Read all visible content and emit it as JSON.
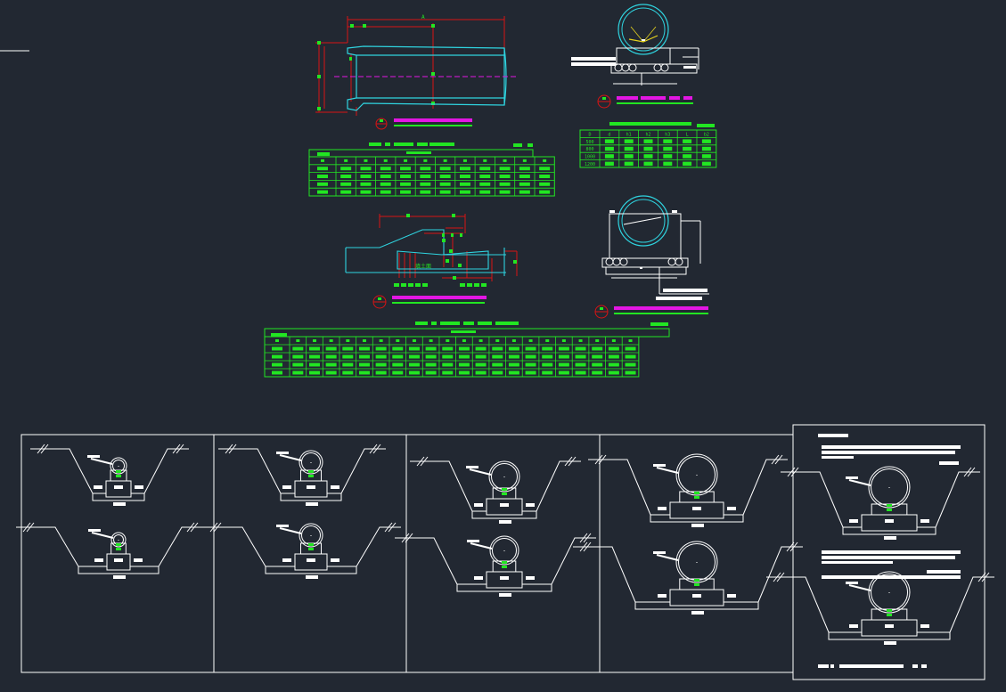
{
  "colors": {
    "background": "#222832",
    "white": "#ffffff",
    "cyan": "#2fd4e0",
    "red": "#d81414",
    "green": "#22e622",
    "magenta": "#e316e3",
    "yellow": "#e6d21e"
  },
  "drawing": {
    "dimension_label_a": "A",
    "fill_label": "填土面",
    "schedule_table_1": {
      "header_cells": 12,
      "rows": 5
    },
    "schedule_table_2": {
      "row_labels": [
        "D",
        "500",
        "800",
        "1000",
        "1200"
      ],
      "col_labels": [
        "d",
        "h1",
        "h2",
        "h3",
        "L",
        "b2"
      ]
    },
    "schedule_table_3": {
      "header_cells": 22,
      "rows": 5
    }
  }
}
